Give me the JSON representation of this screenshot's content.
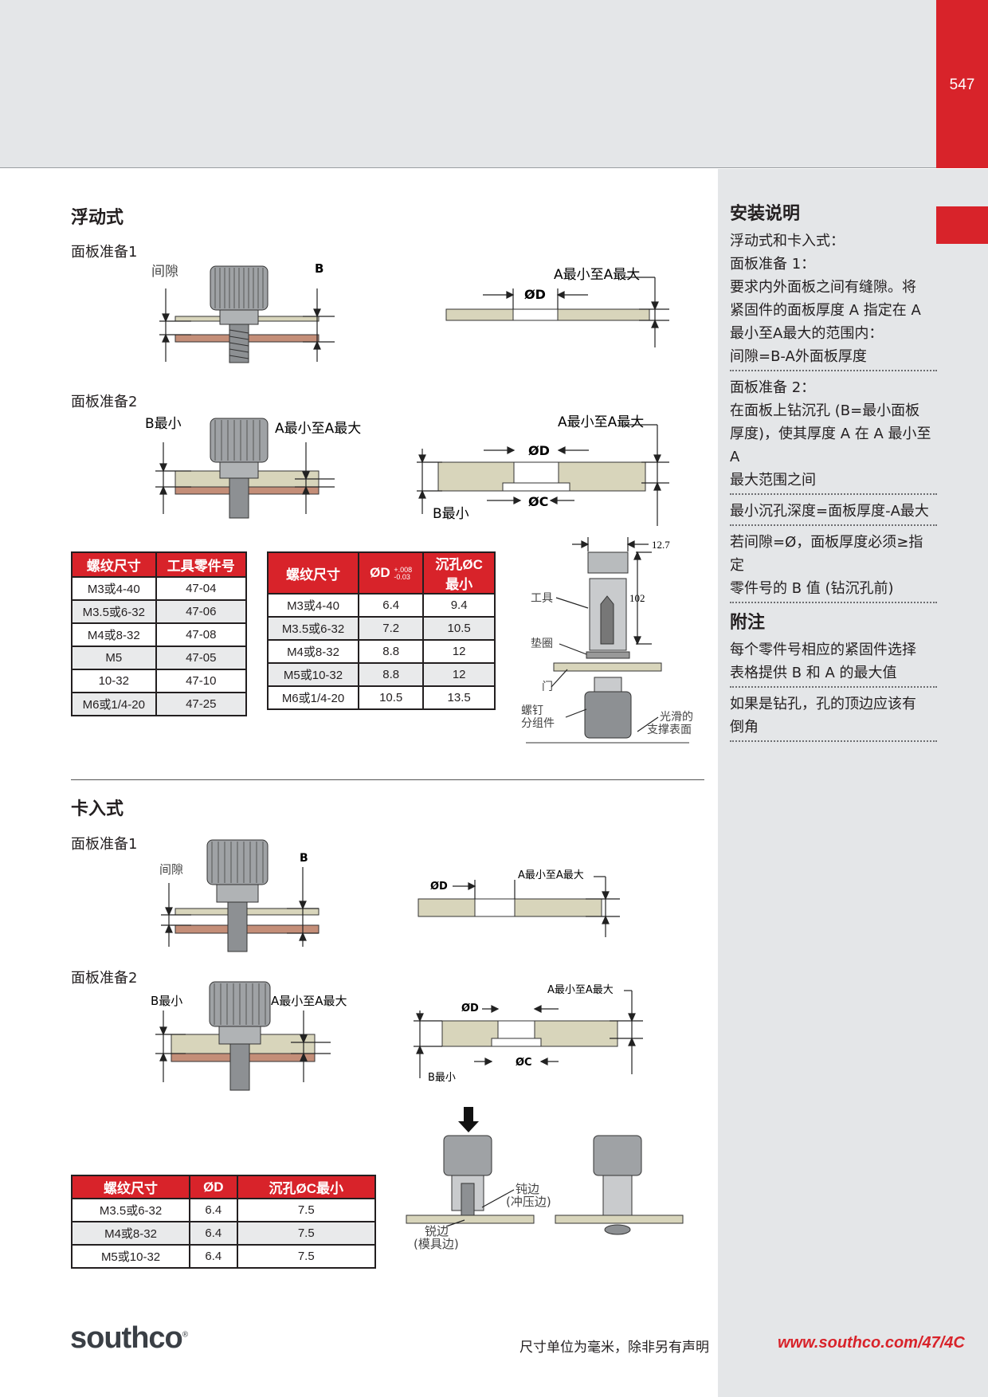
{
  "page_number": "547",
  "floating": {
    "title": "浮动式",
    "prep1": "面板准备1",
    "prep2": "面板准备2",
    "d1_gap": "间隙",
    "d1_b": "B",
    "d2_amin_amax": "A最小至A最大",
    "d2_od": "ØD",
    "d3_bmin": "B最小",
    "d3_amin_amax": "A最小至A最大",
    "d4_amin_amax": "A最小至A最大",
    "d4_od": "ØD",
    "d4_oc": "ØC",
    "d4_bmin": "B最小"
  },
  "table1": {
    "headers": [
      "螺纹尺寸",
      "工具零件号"
    ],
    "rows": [
      [
        "M3或4-40",
        "47-04"
      ],
      [
        "M3.5或6-32",
        "47-06"
      ],
      [
        "M4或8-32",
        "47-08"
      ],
      [
        "M5",
        "47-05"
      ],
      [
        "10-32",
        "47-10"
      ],
      [
        "M6或1/4-20",
        "47-25"
      ]
    ]
  },
  "table2": {
    "headers": [
      "螺纹尺寸",
      "ØD",
      "+.008",
      "-0.03",
      "沉孔ØC",
      "最小"
    ],
    "rows": [
      [
        "M3或4-40",
        "6.4",
        "9.4"
      ],
      [
        "M3.5或6-32",
        "7.2",
        "10.5"
      ],
      [
        "M4或8-32",
        "8.8",
        "12"
      ],
      [
        "M5或10-32",
        "8.8",
        "12"
      ],
      [
        "M6或1/4-20",
        "10.5",
        "13.5"
      ]
    ]
  },
  "tool_diagram": {
    "dim_width": "12.7",
    "dim_height": "102",
    "tool": "工具",
    "washer": "垫圈",
    "door": "门",
    "screw1": "螺钉",
    "screw2": "分组件",
    "surface1": "光滑的",
    "surface2": "支撑表面"
  },
  "snapin": {
    "title": "卡入式",
    "prep1": "面板准备1",
    "prep2": "面板准备2",
    "d1_gap": "间隙",
    "d1_b": "B",
    "d2_od": "ØD",
    "d2_amin_amax": "A最小至A最大",
    "d3_bmin": "B最小",
    "d3_amin_amax": "A最小至A最大",
    "d4_amin_amax": "A最小至A最大",
    "d4_od": "ØD",
    "d4_oc": "ØC",
    "d4_bmin": "B最小",
    "blunt1": "钝边",
    "blunt2": "(冲压边)",
    "sharp1": "锐边",
    "sharp2": "(模具边)"
  },
  "table3": {
    "headers": [
      "螺纹尺寸",
      "ØD",
      "沉孔ØC最小"
    ],
    "rows": [
      [
        "M3.5或6-32",
        "6.4",
        "7.5"
      ],
      [
        "M4或8-32",
        "6.4",
        "7.5"
      ],
      [
        "M5或10-32",
        "6.4",
        "7.5"
      ]
    ]
  },
  "sidebar": {
    "title": "安装说明",
    "intro": "浮动式和卡入式：",
    "p1_title": "面板准备 1：",
    "p1_l1": "要求内外面板之间有缝隙。将",
    "p1_l2": "紧固件的面板厚度 A 指定在 A",
    "p1_l3": "最小至A最大的范围内：",
    "p1_l4": "间隙=B-A外面板厚度",
    "p2_title": "面板准备 2：",
    "p2_l1": "在面板上钻沉孔 (B=最小面板",
    "p2_l2": "厚度)，使其厚度 A 在 A 最小至 A",
    "p2_l3": "最大范围之间",
    "min_depth": "最小沉孔深度=面板厚度-A最大",
    "gap_l1": "若间隙=Ø，面板厚度必须≥指定",
    "gap_l2": "零件号的 B 值 (钻沉孔前)",
    "notes_title": "附注",
    "n1_l1": "每个零件号相应的紧固件选择",
    "n1_l2": "表格提供 B 和 A 的最大值",
    "n2_l1": "如果是钻孔，孔的顶边应该有",
    "n2_l2": "倒角"
  },
  "footer": {
    "logo": "southco",
    "reg": "®",
    "note": "尺寸单位为毫米，除非另有声明",
    "url": "www.southco.com/47/4C"
  },
  "colors": {
    "accent_red": "#d8232a",
    "panel_gray": "#e4e6e8",
    "panel_beige": "#d8d5bb",
    "panel_copper": "#c48e78"
  }
}
